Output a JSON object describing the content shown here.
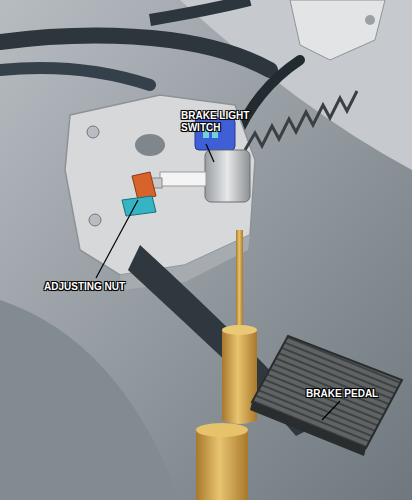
{
  "diagram": {
    "labels": [
      "BRAKE LIGHT SWITCH",
      "ADJUSTING NUT",
      "BRAKE PEDAL"
    ]
  }
}
